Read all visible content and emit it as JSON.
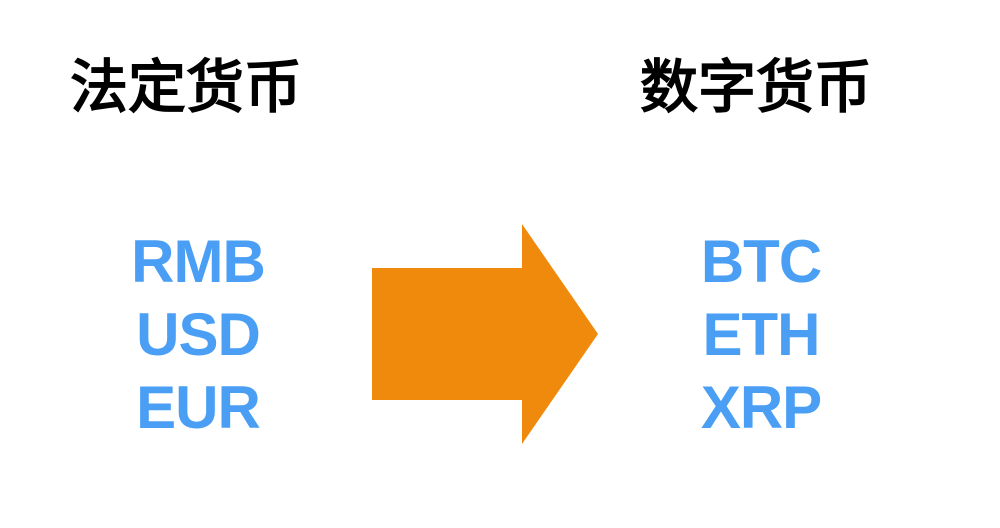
{
  "left": {
    "title": "法定货币",
    "items": [
      "RMB",
      "USD",
      "EUR"
    ]
  },
  "right": {
    "title": "数字货币",
    "items": [
      "BTC",
      "ETH",
      "XRP"
    ]
  },
  "colors": {
    "code_text": "#4a9ff5",
    "arrow": "#f08a0c",
    "heading": "#000000"
  },
  "icons": {
    "arrow": "right-arrow-icon"
  }
}
